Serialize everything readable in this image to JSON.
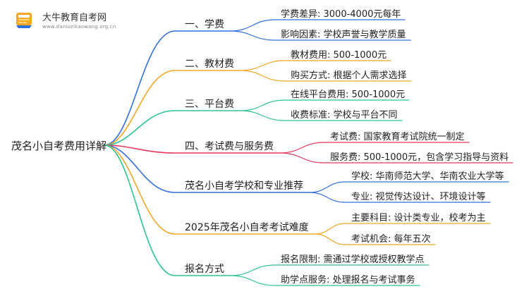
{
  "logo": {
    "name": "大牛教育自考网",
    "domain": "www.daniuzikaowang.org.cn"
  },
  "mindmap": {
    "root": "茂名小自考费用详解",
    "branches": [
      {
        "label": "一、学费",
        "color": "#2f6fe0",
        "leaves": [
          "学费差异: 3000-4000元每年",
          "影响因素: 学校声誉与教学质量"
        ]
      },
      {
        "label": "二、教材费",
        "color": "#f2a623",
        "leaves": [
          "教材费用: 500-1000元",
          "购买方式: 根据个人需求选择"
        ]
      },
      {
        "label": "三、平台费",
        "color": "#2cc58c",
        "leaves": [
          "在线平台费用: 500-1000元",
          "收费标准: 学校与平台不同"
        ]
      },
      {
        "label": "四、考试费与服务费",
        "color": "#e8365f",
        "leaves": [
          "考试费: 国家教育考试院统一制定",
          "服务费: 500-1000元，包含学习指导与资料"
        ]
      },
      {
        "label": "茂名小自考学校和专业推荐",
        "color": "#2f6fe0",
        "leaves": [
          "学校: 华南师范大学、华南农业大学等",
          "专业: 视觉传达设计、环境设计等"
        ]
      },
      {
        "label": "2025年茂名小自考考试难度",
        "color": "#f2a623",
        "leaves": [
          "主要科目: 设计类专业，校考为主",
          "考试机会: 每年五次"
        ]
      },
      {
        "label": "报名方式",
        "color": "#2cc58c",
        "leaves": [
          "报名限制: 需通过学校或授权教学点",
          "助学点服务: 处理报名与考试事务"
        ]
      }
    ]
  }
}
